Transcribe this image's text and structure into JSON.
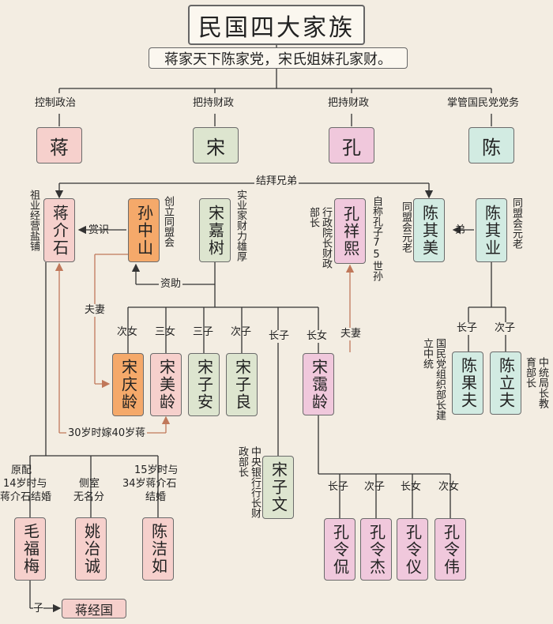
{
  "title": "民国四大家族",
  "subtitle": "蒋家天下陈家党，宋氏姐妹孔家财。",
  "families": [
    {
      "role": "控制政治",
      "name": "蒋"
    },
    {
      "role": "把持财政",
      "name": "宋"
    },
    {
      "role": "把持财政",
      "name": "孔"
    },
    {
      "role": "掌管国民党党务",
      "name": "陈"
    }
  ],
  "people": {
    "jiang_jieshi": "蒋介石",
    "sun_zhongshan": "孙中山",
    "song_jiashu": "宋嘉树",
    "kong_xiangxi": "孔祥熙",
    "chen_qimei": "陈其美",
    "chen_qiye": "陈其业",
    "song_qingling": "宋庆龄",
    "song_meiling": "宋美龄",
    "song_zian": "宋子安",
    "song_ziliang": "宋子良",
    "song_ziwen": "宋子文",
    "song_ailing": "宋霭龄",
    "chen_guofu": "陈果夫",
    "chen_lifu": "陈立夫",
    "mao_fumei": "毛福梅",
    "yao_yecheng": "姚冶诚",
    "chen_jieru": "陈洁如",
    "jiang_jingguo": "蒋经国",
    "kong_lingkan": "孔令侃",
    "kong_lingjie": "孔令杰",
    "kong_lingyi": "孔令仪",
    "kong_lingwei": "孔令伟"
  },
  "notes": {
    "sworn": "结拜兄弟",
    "jiang_shop": "祖业经营盐铺",
    "reward": "赏识",
    "sun_founder": "创立同盟会",
    "fund": "资助",
    "song_industry": "实业家财力雄厚",
    "kong_post": "行政院长财政部长",
    "kong_descent": "自称孔子75世孙",
    "qimei_elder": "同盟会元老",
    "brother": "弟",
    "qiye_elder": "同盟会元老",
    "spouse_left": "夫妻",
    "spouse_right": "夫妻",
    "marry_age": "30岁时嫁40岁蒋",
    "guofu_post": "国民党组织部长建立中统",
    "lifu_post": "中统局长教育部长",
    "ziwen_post": "中央银行行长财政部长",
    "mao_note_1": "原配",
    "mao_note_2": "14岁时与",
    "mao_note_3": "蒋介石结婚",
    "yao_note_1": "侧室",
    "yao_note_2": "无名分",
    "chen_note_1": "15岁时与",
    "chen_note_2": "34岁蒋介石",
    "chen_note_3": "结婚",
    "son_label": "子"
  },
  "relations": {
    "second_daughter": "次女",
    "third_daughter": "三女",
    "third_son": "三子",
    "second_son": "次子",
    "eldest_son": "长子",
    "eldest_daughter": "长女",
    "chen_eldest_son": "长子",
    "chen_second_son": "次子",
    "kong_eldest_son": "长子",
    "kong_second_son": "次子",
    "kong_eldest_daughter": "长女",
    "kong_second_daughter": "次女"
  },
  "colors": {
    "jiang": "#f6d0cc",
    "song": "#dde5cf",
    "kong": "#f0c8dc",
    "chen": "#d2ebe2",
    "sun": "#f5a96a",
    "spouse_line": "#c0785a",
    "line": "#333333"
  }
}
